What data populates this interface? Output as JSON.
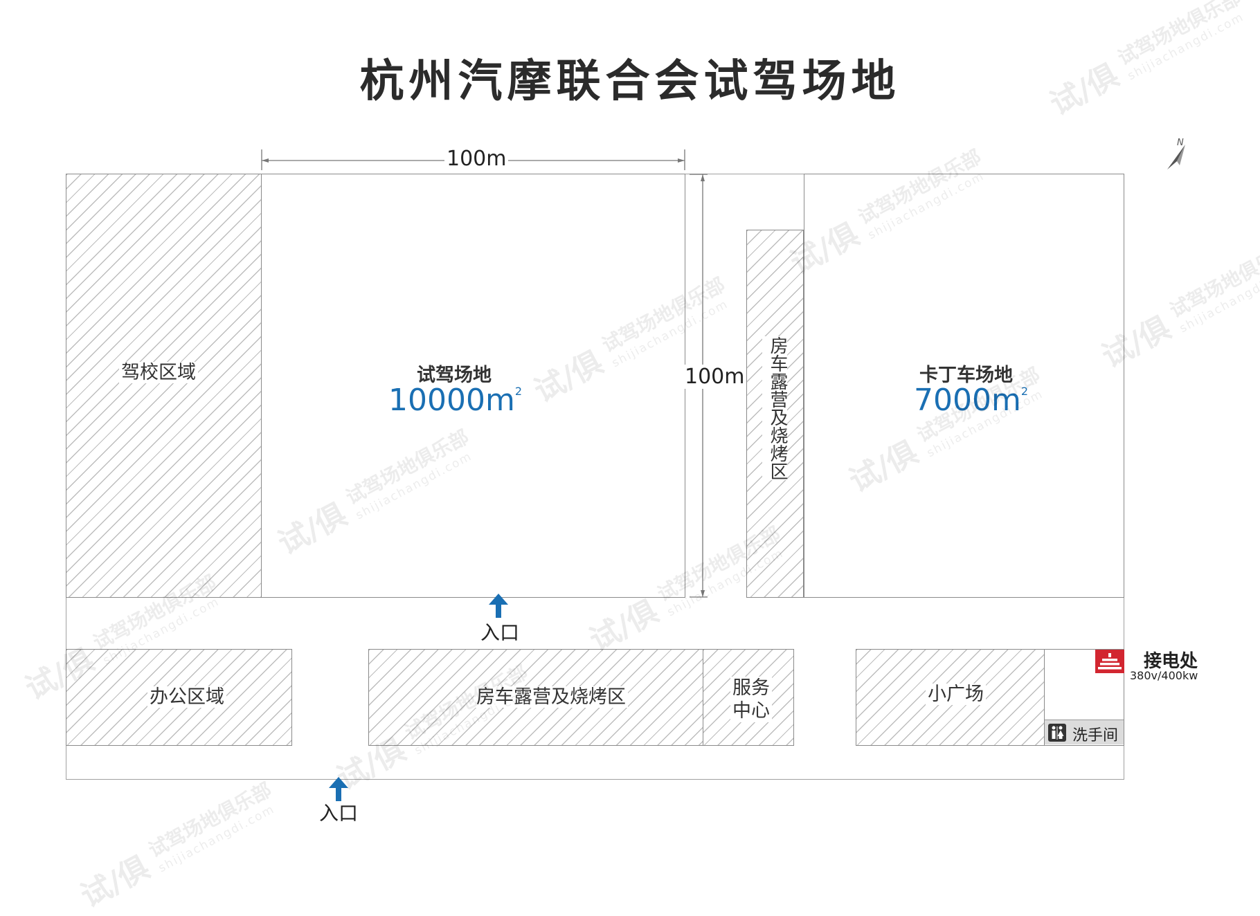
{
  "title": "杭州汽摩联合会试驾场地",
  "compass": {
    "label": "N"
  },
  "dimensions": {
    "width_label": "100m",
    "height_label": "100m"
  },
  "zones": {
    "driving_school": {
      "label": "驾校区域"
    },
    "test_drive": {
      "name": "试驾场地",
      "area_value": "10000m",
      "area_unit_sup": "2"
    },
    "rv_camping_vertical": {
      "label": "房车露营及烧烤区"
    },
    "kart": {
      "name": "卡丁车场地",
      "area_value": "7000m",
      "area_unit_sup": "2"
    },
    "office": {
      "label": "办公区域"
    },
    "rv_camping_bottom": {
      "label": "房车露营及烧烤区"
    },
    "service_center": {
      "label_line1": "服务",
      "label_line2": "中心"
    },
    "small_plaza": {
      "label": "小广场"
    },
    "restroom": {
      "label": "洗手间",
      "icon": "restroom-icon"
    }
  },
  "entrances": [
    {
      "label": "入口"
    },
    {
      "label": "入口"
    }
  ],
  "power": {
    "title": "接电处",
    "spec": "380v/400kw",
    "icon": "power-outlet-icon"
  },
  "colors": {
    "accent_blue": "#1a6fb3",
    "power_red": "#d22630",
    "hatch": "#bdbdbd",
    "outline": "#8a8a8a"
  },
  "watermark": {
    "logo": "试/俱",
    "text": "试驾场地俱乐部",
    "domain": "shijiachangdi.com"
  }
}
